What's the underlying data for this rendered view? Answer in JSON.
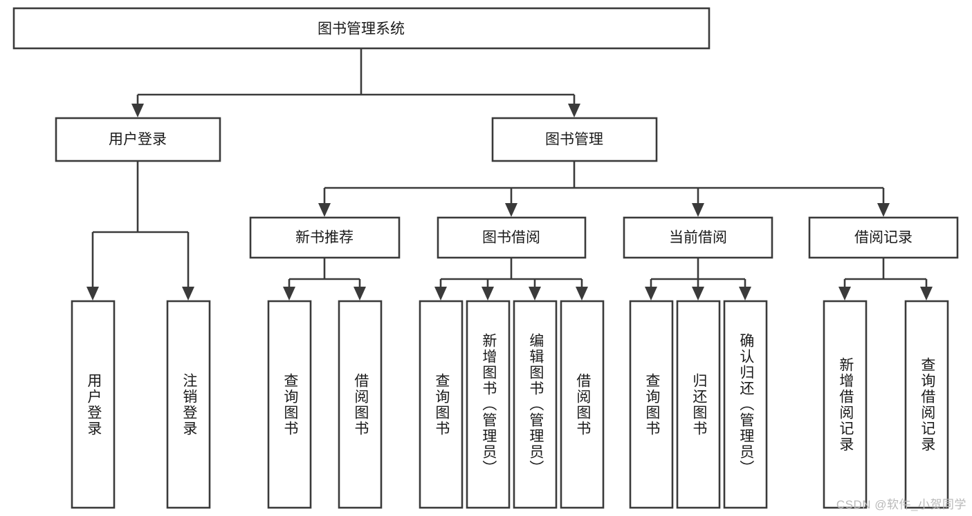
{
  "diagram": {
    "title": "图书管理系统",
    "type": "tree",
    "orientation": "top-down",
    "watermark": "CSDN @软件_小贺同学",
    "colors": {
      "stroke": "#3a3a3a",
      "fill": "#ffffff",
      "text": "#1a1a1a",
      "watermark": "#b9b9b9",
      "background": "#ffffff"
    },
    "root": {
      "label": "图书管理系统"
    },
    "level2": [
      {
        "label": "用户登录"
      },
      {
        "label": "图书管理"
      }
    ],
    "level3": [
      {
        "label": "新书推荐"
      },
      {
        "label": "图书借阅"
      },
      {
        "label": "当前借阅"
      },
      {
        "label": "借阅记录"
      }
    ],
    "leaves": {
      "user_login": [
        {
          "label": "用户登录"
        },
        {
          "label": "注销登录"
        }
      ],
      "new_book_recommend": [
        {
          "label": "查询图书"
        },
        {
          "label": "借阅图书"
        }
      ],
      "book_borrow": [
        {
          "label": "查询图书"
        },
        {
          "label": "新增图书（管理员）"
        },
        {
          "label": "编辑图书（管理员）"
        },
        {
          "label": "借阅图书"
        }
      ],
      "current_borrow": [
        {
          "label": "查询图书"
        },
        {
          "label": "归还图书"
        },
        {
          "label": "确认归还（管理员）"
        }
      ],
      "borrow_record": [
        {
          "label": "新增借阅记录"
        },
        {
          "label": "查询借阅记录"
        }
      ]
    }
  }
}
